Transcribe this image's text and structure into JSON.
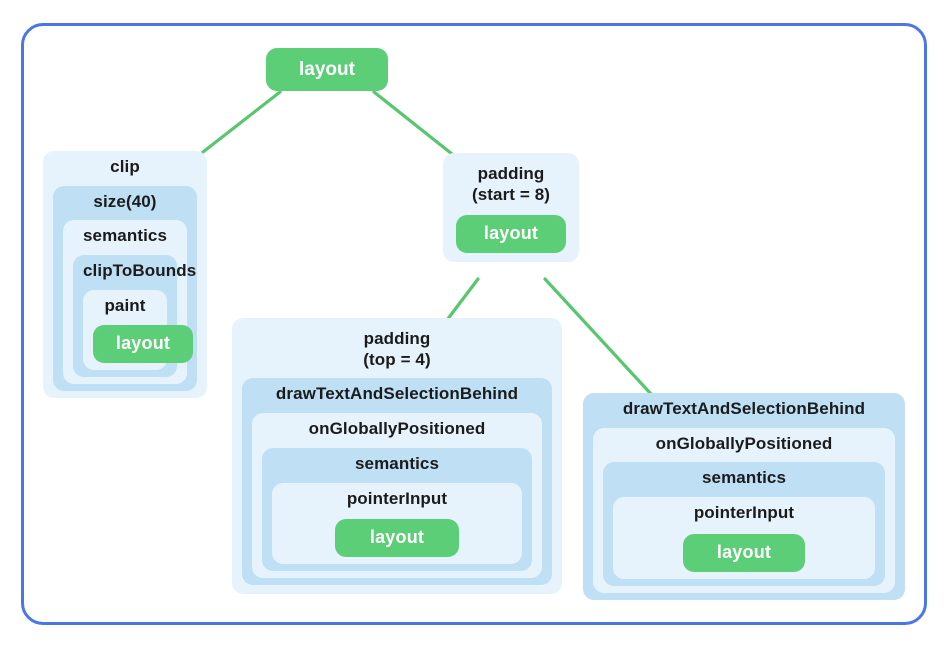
{
  "diagram": {
    "title": "Compose modifier / layout node tree",
    "frame_color": "#4a76e8",
    "edge_color": "#57c76e",
    "leaf_color": "#5cce78",
    "box_colors": [
      "#d4e9f9",
      "#e7f3fc",
      "#bfdff5"
    ]
  },
  "nodes": {
    "root": {
      "label": "layout"
    },
    "clip_stack": {
      "clip": "clip",
      "size": "size(40)",
      "semantics": "semantics",
      "clip_to_bounds": "clipToBounds",
      "paint": "paint",
      "layout": "layout"
    },
    "padding_start": {
      "name": "padding",
      "arg": "(start = 8)",
      "layout": "layout"
    },
    "padding_top": {
      "name": "padding",
      "arg": "(top = 4)",
      "draw_text": "drawTextAndSelectionBehind",
      "on_globally_positioned": "onGloballyPositioned",
      "semantics": "semantics",
      "pointer_input": "pointerInput",
      "layout": "layout"
    },
    "text_stack": {
      "draw_text": "drawTextAndSelectionBehind",
      "on_globally_positioned": "onGloballyPositioned",
      "semantics": "semantics",
      "pointer_input": "pointerInput",
      "layout": "layout"
    }
  },
  "edges": [
    {
      "from": "root",
      "to": "clip_stack"
    },
    {
      "from": "root",
      "to": "padding_start"
    },
    {
      "from": "padding_start",
      "to": "padding_top"
    },
    {
      "from": "padding_start",
      "to": "text_stack"
    }
  ]
}
